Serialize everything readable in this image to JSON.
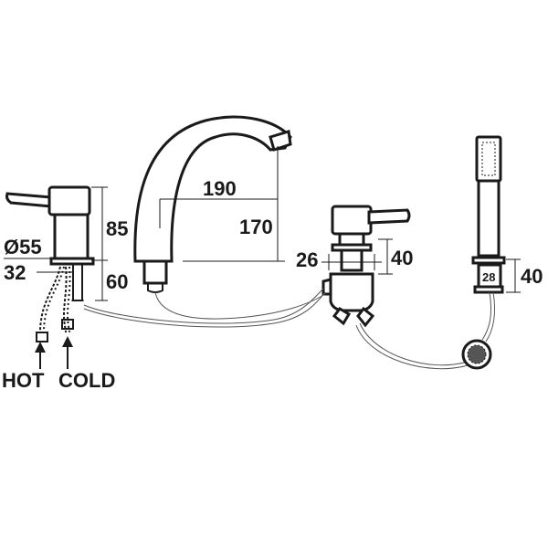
{
  "colors": {
    "ink": "#1a1a1a",
    "hose": "#555555",
    "background": "#ffffff"
  },
  "dimensions": {
    "spout_reach": "190",
    "spout_height": "170",
    "mixer_height": "85",
    "mixer_diameter": "Ø55",
    "tail_diameter": "32",
    "tail_length": "60",
    "diverter_width": "26",
    "diverter_height": "40",
    "handset_diameter": "28",
    "handset_height": "40"
  },
  "labels": {
    "hot": "HOT",
    "cold": "COLD"
  }
}
